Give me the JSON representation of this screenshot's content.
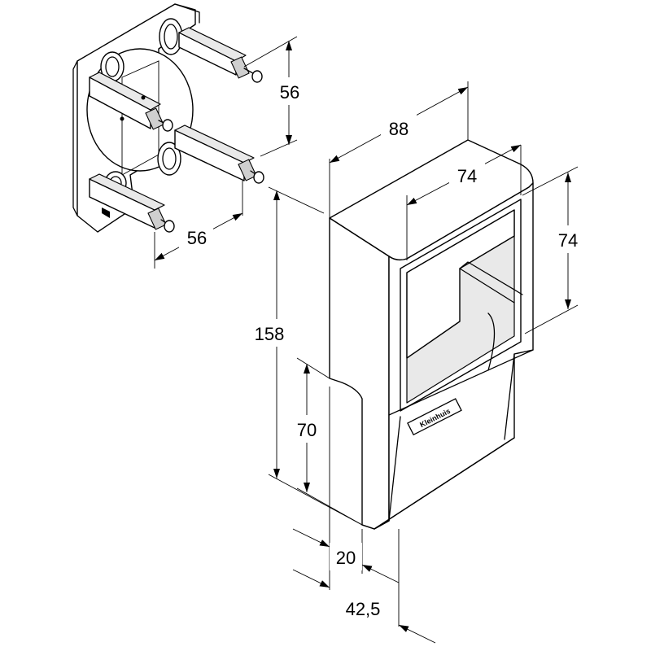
{
  "dimensions": {
    "plate_height": "56",
    "plate_width": "56",
    "body_width": "88",
    "opening_width": "74",
    "opening_height": "74",
    "total_height": "158",
    "lower_height": "70",
    "base_depth": "20",
    "total_depth": "42,5"
  },
  "brand_label": "Kleinhuis"
}
